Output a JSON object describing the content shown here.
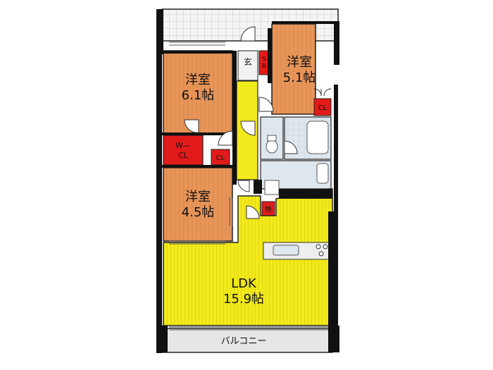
{
  "rooms": {
    "western1": {
      "name": "洋室",
      "size": "6.1帖"
    },
    "western2": {
      "name": "洋室",
      "size": "5.1帖"
    },
    "western3": {
      "name": "洋室",
      "size": "4.5帖"
    },
    "ldk": {
      "name": "LDK",
      "size": "15.9帖"
    }
  },
  "labels": {
    "entrance": "玄",
    "shoe_box_1": "S",
    "shoe_box_2": "B",
    "closet": "CL",
    "walk_in_closet_1": "W—",
    "walk_in_closet_2": "CL",
    "storage": "物",
    "balcony": "バルコニー"
  },
  "colors": {
    "western_room": "#e8955a",
    "ldk": "#f2ea1c",
    "corridor": "#f2ea1c",
    "closet": "#e31a1a",
    "wet_area": "#dfe7ee",
    "balcony": "#e6e6e6",
    "wall": "#111111"
  }
}
